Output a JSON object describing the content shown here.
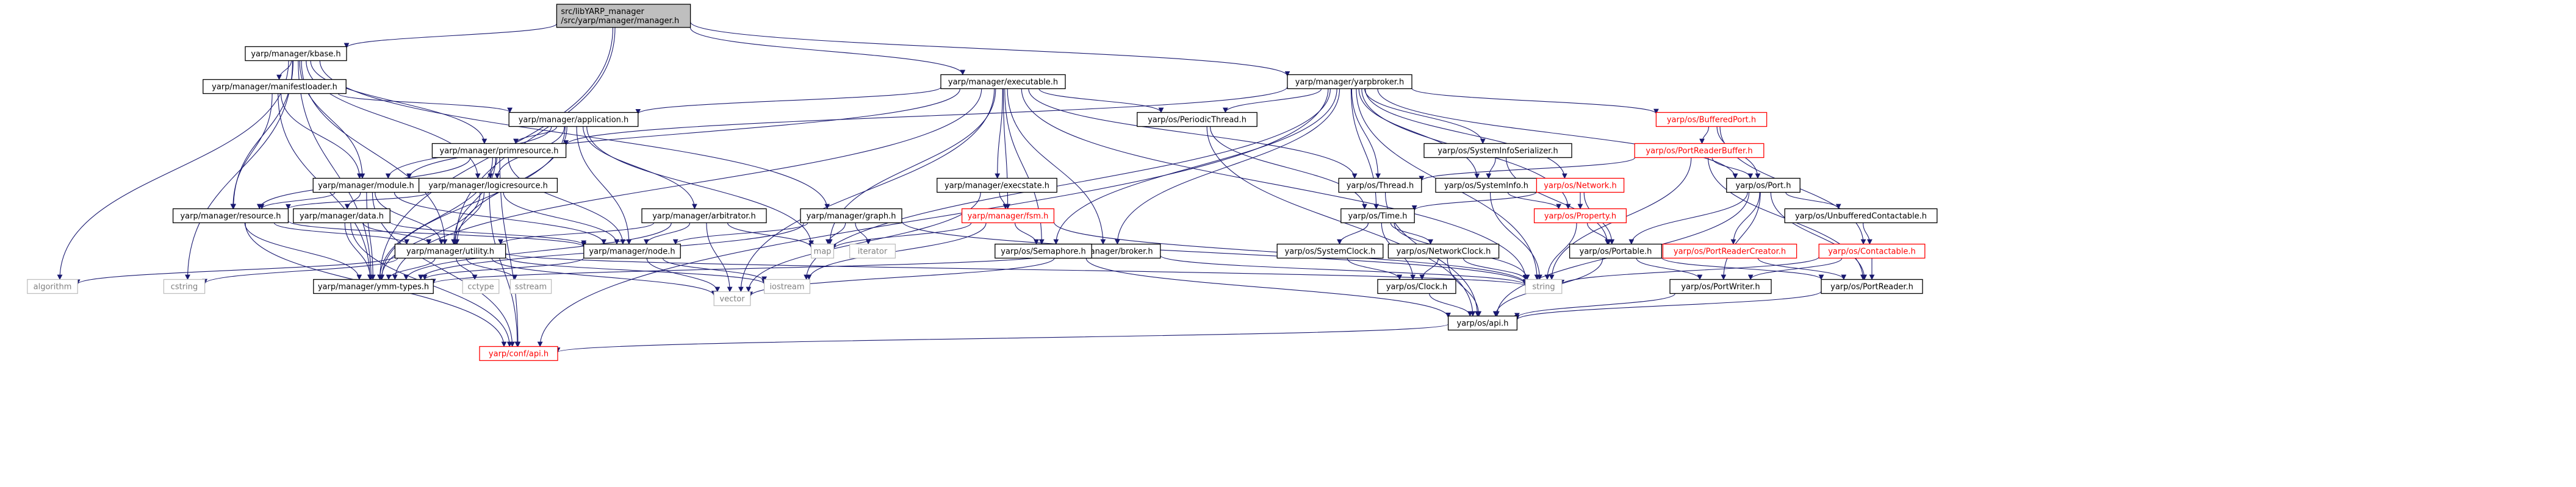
{
  "colors": {
    "edge": "#191970",
    "root_fill": "#bfbfbf",
    "node_fill": "#ffffff",
    "node_border": "#000000",
    "text": "#000000",
    "red_text": "#ff0000",
    "red_border": "#ff0000",
    "gray_border": "#bfbfbf",
    "gray_text": "#808080"
  },
  "nodes": [
    {
      "id": "root",
      "lines": [
        "src/libYARP_manager",
        "/src/yarp/manager/manager.h"
      ],
      "style": "root"
    },
    {
      "id": "ymm_kbase",
      "lines": [
        "yarp/manager/kbase.h"
      ],
      "style": "normal"
    },
    {
      "id": "ymm_executable",
      "lines": [
        "yarp/manager/executable.h"
      ],
      "style": "normal"
    },
    {
      "id": "ymm_yarpbroker",
      "lines": [
        "yarp/manager/yarpbroker.h"
      ],
      "style": "normal"
    },
    {
      "id": "ymm_manifestloader",
      "lines": [
        "yarp/manager/manifestloader.h"
      ],
      "style": "normal"
    },
    {
      "id": "ymm_application",
      "lines": [
        "yarp/manager/application.h"
      ],
      "style": "normal"
    },
    {
      "id": "ymm_primresource",
      "lines": [
        "yarp/manager/primresource.h"
      ],
      "style": "normal"
    },
    {
      "id": "ymm_module",
      "lines": [
        "yarp/manager/module.h"
      ],
      "style": "normal"
    },
    {
      "id": "ymm_logicresource",
      "lines": [
        "yarp/manager/logicresource.h"
      ],
      "style": "normal"
    },
    {
      "id": "ymm_resource",
      "lines": [
        "yarp/manager/resource.h"
      ],
      "style": "normal"
    },
    {
      "id": "ymm_data",
      "lines": [
        "yarp/manager/data.h"
      ],
      "style": "normal"
    },
    {
      "id": "ymm_arbitrator",
      "lines": [
        "yarp/manager/arbitrator.h"
      ],
      "style": "normal"
    },
    {
      "id": "ymm_graph",
      "lines": [
        "yarp/manager/graph.h"
      ],
      "style": "normal"
    },
    {
      "id": "ymm_utility",
      "lines": [
        "yarp/manager/utility.h"
      ],
      "style": "normal"
    },
    {
      "id": "ymm_node",
      "lines": [
        "yarp/manager/node.h"
      ],
      "style": "normal"
    },
    {
      "id": "ymm_ymmtypes",
      "lines": [
        "yarp/manager/ymm-types.h"
      ],
      "style": "normal"
    },
    {
      "id": "ymm_execstate",
      "lines": [
        "yarp/manager/execstate.h"
      ],
      "style": "normal"
    },
    {
      "id": "ymm_fsm",
      "lines": [
        "yarp/manager/fsm.h"
      ],
      "style": "red"
    },
    {
      "id": "ymm_broker",
      "lines": [
        "yarp/manager/broker.h"
      ],
      "style": "normal"
    },
    {
      "id": "yos_periodicthread",
      "lines": [
        "yarp/os/PeriodicThread.h"
      ],
      "style": "normal"
    },
    {
      "id": "yos_semaphore",
      "lines": [
        "yarp/os/Semaphore.h"
      ],
      "style": "normal"
    },
    {
      "id": "yos_sysinfoser",
      "lines": [
        "yarp/os/SystemInfoSerializer.h"
      ],
      "style": "normal"
    },
    {
      "id": "yos_thread",
      "lines": [
        "yarp/os/Thread.h"
      ],
      "style": "normal"
    },
    {
      "id": "yos_systeminfo",
      "lines": [
        "yarp/os/SystemInfo.h"
      ],
      "style": "normal"
    },
    {
      "id": "yos_network",
      "lines": [
        "yarp/os/Network.h"
      ],
      "style": "red"
    },
    {
      "id": "yos_property",
      "lines": [
        "yarp/os/Property.h"
      ],
      "style": "red"
    },
    {
      "id": "yos_time",
      "lines": [
        "yarp/os/Time.h"
      ],
      "style": "normal"
    },
    {
      "id": "yos_systemclock",
      "lines": [
        "yarp/os/SystemClock.h"
      ],
      "style": "normal"
    },
    {
      "id": "yos_networkclock",
      "lines": [
        "yarp/os/NetworkClock.h"
      ],
      "style": "normal"
    },
    {
      "id": "yos_clock",
      "lines": [
        "yarp/os/Clock.h"
      ],
      "style": "normal"
    },
    {
      "id": "yos_api",
      "lines": [
        "yarp/os/api.h"
      ],
      "style": "normal"
    },
    {
      "id": "yconf_api",
      "lines": [
        "yarp/conf/api.h"
      ],
      "style": "red"
    },
    {
      "id": "yos_bufferedport",
      "lines": [
        "yarp/os/BufferedPort.h"
      ],
      "style": "red"
    },
    {
      "id": "yos_portreaderbuffer",
      "lines": [
        "yarp/os/PortReaderBuffer.h"
      ],
      "style": "red"
    },
    {
      "id": "yos_port",
      "lines": [
        "yarp/os/Port.h"
      ],
      "style": "normal"
    },
    {
      "id": "yos_unbuffered",
      "lines": [
        "yarp/os/UnbufferedContactable.h"
      ],
      "style": "normal"
    },
    {
      "id": "yos_portable",
      "lines": [
        "yarp/os/Portable.h"
      ],
      "style": "normal"
    },
    {
      "id": "yos_portreadercreator",
      "lines": [
        "yarp/os/PortReaderCreator.h"
      ],
      "style": "red"
    },
    {
      "id": "yos_contactable",
      "lines": [
        "yarp/os/Contactable.h"
      ],
      "style": "red"
    },
    {
      "id": "yos_portwriter",
      "lines": [
        "yarp/os/PortWriter.h"
      ],
      "style": "normal"
    },
    {
      "id": "yos_portreader",
      "lines": [
        "yarp/os/PortReader.h"
      ],
      "style": "normal"
    },
    {
      "id": "std_algorithm",
      "lines": [
        "algorithm"
      ],
      "style": "gray"
    },
    {
      "id": "std_cstring",
      "lines": [
        "cstring"
      ],
      "style": "gray"
    },
    {
      "id": "std_cctype",
      "lines": [
        "cctype"
      ],
      "style": "gray"
    },
    {
      "id": "std_sstream",
      "lines": [
        "sstream"
      ],
      "style": "gray"
    },
    {
      "id": "std_iostream",
      "lines": [
        "iostream"
      ],
      "style": "gray"
    },
    {
      "id": "std_vector",
      "lines": [
        "vector"
      ],
      "style": "gray"
    },
    {
      "id": "std_map",
      "lines": [
        "map"
      ],
      "style": "gray"
    },
    {
      "id": "std_iterator",
      "lines": [
        "iterator"
      ],
      "style": "gray"
    },
    {
      "id": "std_string",
      "lines": [
        "string"
      ],
      "style": "gray"
    }
  ],
  "edges": [
    [
      "root",
      "ymm_kbase"
    ],
    [
      "root",
      "ymm_executable"
    ],
    [
      "root",
      "ymm_yarpbroker"
    ],
    [
      "root",
      "ymm_utility"
    ],
    [
      "root",
      "ymm_ymmtypes"
    ],
    [
      "ymm_kbase",
      "ymm_manifestloader"
    ],
    [
      "ymm_kbase",
      "ymm_primresource"
    ],
    [
      "ymm_kbase",
      "ymm_logicresource"
    ],
    [
      "ymm_kbase",
      "ymm_module"
    ],
    [
      "ymm_kbase",
      "ymm_resource"
    ],
    [
      "ymm_kbase",
      "ymm_graph"
    ],
    [
      "ymm_kbase",
      "ymm_ymmtypes"
    ],
    [
      "ymm_kbase",
      "std_algorithm"
    ],
    [
      "ymm_kbase",
      "std_cstring"
    ],
    [
      "ymm_kbase",
      "ymm_utility"
    ],
    [
      "ymm_manifestloader",
      "ymm_application"
    ],
    [
      "ymm_manifestloader",
      "ymm_module"
    ],
    [
      "ymm_manifestloader",
      "ymm_resource"
    ],
    [
      "ymm_manifestloader",
      "ymm_ymmtypes"
    ],
    [
      "ymm_application",
      "ymm_primresource"
    ],
    [
      "ymm_application",
      "ymm_logicresource"
    ],
    [
      "ymm_application",
      "ymm_module"
    ],
    [
      "ymm_application",
      "ymm_arbitrator"
    ],
    [
      "ymm_application",
      "ymm_utility"
    ],
    [
      "ymm_application",
      "ymm_node"
    ],
    [
      "ymm_application",
      "ymm_ymmtypes"
    ],
    [
      "ymm_application",
      "std_map"
    ],
    [
      "ymm_primresource",
      "ymm_resource"
    ],
    [
      "ymm_primresource",
      "ymm_logicresource"
    ],
    [
      "ymm_primresource",
      "ymm_utility"
    ],
    [
      "ymm_primresource",
      "ymm_node"
    ],
    [
      "ymm_primresource",
      "ymm_ymmtypes"
    ],
    [
      "ymm_primresource",
      "yconf_api"
    ],
    [
      "ymm_logicresource",
      "ymm_resource"
    ],
    [
      "ymm_logicresource",
      "ymm_utility"
    ],
    [
      "ymm_logicresource",
      "ymm_node"
    ],
    [
      "ymm_logicresource",
      "ymm_ymmtypes"
    ],
    [
      "ymm_logicresource",
      "yconf_api"
    ],
    [
      "ymm_module",
      "ymm_resource"
    ],
    [
      "ymm_module",
      "ymm_data"
    ],
    [
      "ymm_module",
      "ymm_utility"
    ],
    [
      "ymm_module",
      "ymm_node"
    ],
    [
      "ymm_module",
      "ymm_ymmtypes"
    ],
    [
      "ymm_module",
      "yconf_api"
    ],
    [
      "ymm_resource",
      "ymm_utility"
    ],
    [
      "ymm_resource",
      "ymm_node"
    ],
    [
      "ymm_resource",
      "ymm_ymmtypes"
    ],
    [
      "ymm_resource",
      "yconf_api"
    ],
    [
      "ymm_data",
      "ymm_utility"
    ],
    [
      "ymm_data",
      "ymm_node"
    ],
    [
      "ymm_data",
      "ymm_ymmtypes"
    ],
    [
      "ymm_data",
      "yconf_api"
    ],
    [
      "ymm_arbitrator",
      "ymm_utility"
    ],
    [
      "ymm_arbitrator",
      "ymm_node"
    ],
    [
      "ymm_arbitrator",
      "ymm_ymmtypes"
    ],
    [
      "ymm_arbitrator",
      "std_map"
    ],
    [
      "ymm_arbitrator",
      "std_vector"
    ],
    [
      "ymm_graph",
      "ymm_node"
    ],
    [
      "ymm_graph",
      "ymm_ymmtypes"
    ],
    [
      "ymm_graph",
      "std_map"
    ],
    [
      "ymm_graph",
      "std_iterator"
    ],
    [
      "ymm_graph",
      "std_string"
    ],
    [
      "ymm_utility",
      "ymm_ymmtypes"
    ],
    [
      "ymm_utility",
      "std_algorithm"
    ],
    [
      "ymm_utility",
      "std_cstring"
    ],
    [
      "ymm_utility",
      "std_cctype"
    ],
    [
      "ymm_utility",
      "std_sstream"
    ],
    [
      "ymm_utility",
      "std_iostream"
    ],
    [
      "ymm_utility",
      "std_vector"
    ],
    [
      "ymm_utility",
      "std_string"
    ],
    [
      "ymm_node",
      "ymm_ymmtypes"
    ],
    [
      "ymm_node",
      "std_vector"
    ],
    [
      "ymm_node",
      "std_iostream"
    ],
    [
      "ymm_executable",
      "ymm_application"
    ],
    [
      "ymm_executable",
      "ymm_module"
    ],
    [
      "ymm_executable",
      "ymm_execstate"
    ],
    [
      "ymm_executable",
      "ymm_broker"
    ],
    [
      "ymm_executable",
      "yos_periodicthread"
    ],
    [
      "ymm_executable",
      "yos_semaphore"
    ],
    [
      "ymm_executable",
      "yos_thread"
    ],
    [
      "ymm_executable",
      "ymm_fsm"
    ],
    [
      "ymm_executable",
      "ymm_ymmtypes"
    ],
    [
      "ymm_executable",
      "std_vector"
    ],
    [
      "ymm_executable",
      "std_string"
    ],
    [
      "ymm_executable",
      "std_map"
    ],
    [
      "ymm_execstate",
      "ymm_fsm"
    ],
    [
      "ymm_execstate",
      "std_vector"
    ],
    [
      "ymm_fsm",
      "yos_semaphore"
    ],
    [
      "ymm_fsm",
      "std_iostream"
    ],
    [
      "ymm_fsm",
      "std_string"
    ],
    [
      "ymm_fsm",
      "std_map"
    ],
    [
      "ymm_broker",
      "std_string"
    ],
    [
      "ymm_broker",
      "ymm_ymmtypes"
    ],
    [
      "ymm_broker",
      "std_vector"
    ],
    [
      "ymm_yarpbroker",
      "ymm_primresource"
    ],
    [
      "ymm_yarpbroker",
      "ymm_broker"
    ],
    [
      "ymm_yarpbroker",
      "yos_periodicthread"
    ],
    [
      "ymm_yarpbroker",
      "yos_semaphore"
    ],
    [
      "ymm_yarpbroker",
      "yos_sysinfoser"
    ],
    [
      "ymm_yarpbroker",
      "yos_systeminfo"
    ],
    [
      "ymm_yarpbroker",
      "yos_network"
    ],
    [
      "ymm_yarpbroker",
      "yos_property"
    ],
    [
      "ymm_yarpbroker",
      "yos_time"
    ],
    [
      "ymm_yarpbroker",
      "yos_bufferedport"
    ],
    [
      "ymm_yarpbroker",
      "yos_port"
    ],
    [
      "ymm_yarpbroker",
      "yos_thread"
    ],
    [
      "ymm_yarpbroker",
      "std_string"
    ],
    [
      "ymm_yarpbroker",
      "std_iostream"
    ],
    [
      "ymm_yarpbroker",
      "yconf_api"
    ],
    [
      "yos_periodicthread",
      "yos_time"
    ],
    [
      "yos_periodicthread",
      "yos_api"
    ],
    [
      "yos_semaphore",
      "yos_api"
    ],
    [
      "yos_sysinfoser",
      "yos_systeminfo"
    ],
    [
      "yos_sysinfoser",
      "yos_portable"
    ],
    [
      "yos_thread",
      "yos_api"
    ],
    [
      "yos_systeminfo",
      "std_string"
    ],
    [
      "yos_systeminfo",
      "yos_property"
    ],
    [
      "yos_network",
      "yos_property"
    ],
    [
      "yos_network",
      "yos_time"
    ],
    [
      "yos_network",
      "yos_portable"
    ],
    [
      "yos_property",
      "yos_portable"
    ],
    [
      "yos_property",
      "std_string"
    ],
    [
      "yos_time",
      "yos_systemclock"
    ],
    [
      "yos_time",
      "yos_networkclock"
    ],
    [
      "yos_time",
      "yos_clock"
    ],
    [
      "yos_time",
      "std_string"
    ],
    [
      "yos_systemclock",
      "yos_clock"
    ],
    [
      "yos_networkclock",
      "yos_clock"
    ],
    [
      "yos_networkclock",
      "std_string"
    ],
    [
      "yos_networkclock",
      "yos_api"
    ],
    [
      "yos_clock",
      "yos_api"
    ],
    [
      "yos_api",
      "yconf_api"
    ],
    [
      "yos_bufferedport",
      "yos_portreaderbuffer"
    ],
    [
      "yos_bufferedport",
      "yos_port"
    ],
    [
      "yos_bufferedport",
      "yos_contactable"
    ],
    [
      "yos_portreaderbuffer",
      "yos_thread"
    ],
    [
      "yos_portreaderbuffer",
      "yos_port"
    ],
    [
      "yos_portreaderbuffer",
      "yos_portreader"
    ],
    [
      "yos_portreaderbuffer",
      "std_string"
    ],
    [
      "yos_port",
      "yos_unbuffered"
    ],
    [
      "yos_port",
      "yos_portable"
    ],
    [
      "yos_port",
      "yos_portreadercreator"
    ],
    [
      "yos_port",
      "yos_portreader"
    ],
    [
      "yos_port",
      "yos_portwriter"
    ],
    [
      "yos_port",
      "yos_api"
    ],
    [
      "yos_unbuffered",
      "yos_contactable"
    ],
    [
      "yos_contactable",
      "yos_portreader"
    ],
    [
      "yos_contactable",
      "yos_portwriter"
    ],
    [
      "yos_contactable",
      "std_string"
    ],
    [
      "yos_portable",
      "yos_portreader"
    ],
    [
      "yos_portable",
      "yos_portwriter"
    ],
    [
      "yos_portable",
      "yos_api"
    ],
    [
      "yos_portreadercreator",
      "yos_portreader"
    ],
    [
      "yos_portwriter",
      "yos_api"
    ],
    [
      "yos_portreader",
      "yos_api"
    ]
  ]
}
